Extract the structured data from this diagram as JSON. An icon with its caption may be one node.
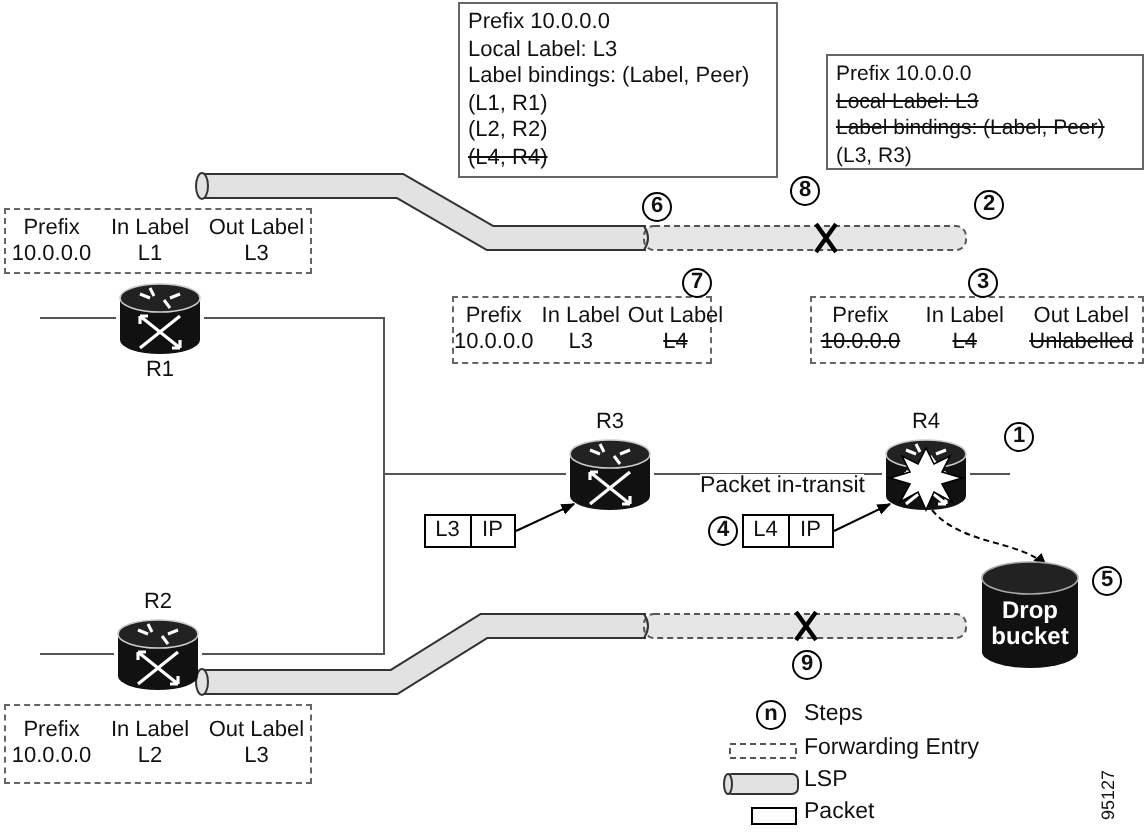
{
  "diagram": {
    "nodes": [
      {
        "text": [
          "R1"
        ]
      },
      {
        "text": [
          "R2"
        ]
      },
      {
        "text": [
          "R3"
        ]
      },
      {
        "text": [
          "R4"
        ]
      },
      {
        "text": [
          "Drop bucket"
        ]
      },
      {
        "text": [
          "L3",
          "IP"
        ]
      },
      {
        "text": [
          "L4",
          "IP"
        ]
      },
      {
        "text": [
          "Prefix",
          "In Label",
          "Out Label",
          "10.0.0.0",
          "L1",
          "L3"
        ]
      },
      {
        "text": [
          "Prefix",
          "In Label",
          "Out Label",
          "10.0.0.0",
          "L2",
          "L3"
        ]
      },
      {
        "text": [
          "Prefix",
          "In Label",
          "Out Label",
          "10.0.0.0",
          "L3",
          "L4"
        ]
      },
      {
        "text": [
          "Prefix",
          "In Label",
          "Out Label",
          "10.0.0.0",
          "L4",
          "Unlabelled"
        ]
      },
      {
        "text": [
          "Prefix 10.0.0.0",
          "Local Label: L3",
          "Label bindings: (Label, Peer)",
          "(L1, R1)",
          "(L2, R2)",
          "(L4, R4)"
        ]
      },
      {
        "text": [
          "Prefix 10.0.0.0",
          "Local Label: L3",
          "Label bindings: (Label, Peer)",
          "(L3, R3)"
        ]
      }
    ],
    "edges": [
      {
        "from": 0,
        "to": 2,
        "arrow": "none"
      },
      {
        "from": 1,
        "to": 2,
        "arrow": "none"
      },
      {
        "from": 2,
        "to": 3,
        "arrow": "none"
      },
      {
        "from": 3,
        "to": null,
        "arrow": "none"
      },
      {
        "from": null,
        "to": 0,
        "arrow": "none"
      },
      {
        "from": null,
        "to": 1,
        "arrow": "none"
      },
      {
        "from": 5,
        "to": 2,
        "arrow": "to"
      },
      {
        "from": 6,
        "to": 3,
        "arrow": "to"
      },
      {
        "from": 3,
        "to": 4,
        "arrow": "to",
        "style": "dashed"
      }
    ],
    "labels": [
      "8",
      "6",
      "2",
      "7",
      "3",
      "1",
      "Packet in-transit",
      "4",
      "5",
      "9",
      "n",
      "95127"
    ],
    "legend": [
      {
        "text": "Steps"
      },
      {
        "text": "Forwarding Entry"
      },
      {
        "text": "LSP"
      },
      {
        "text": "Packet"
      }
    ]
  }
}
